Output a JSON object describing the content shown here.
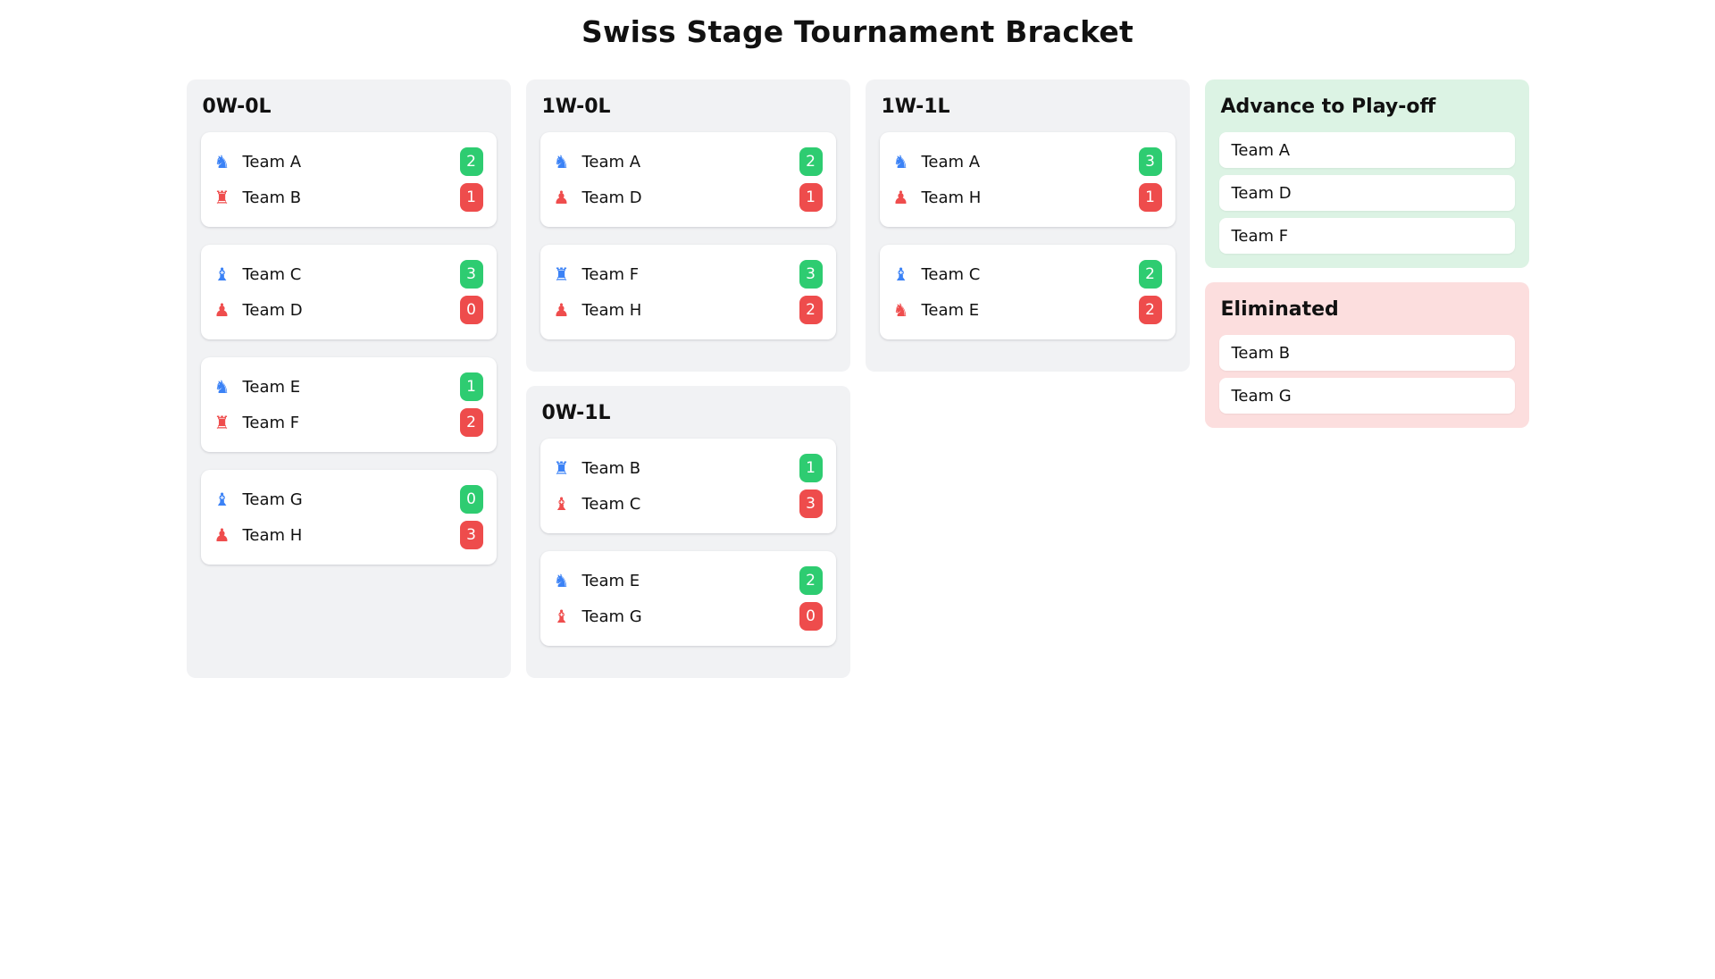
{
  "title": "Swiss Stage Tournament Bracket",
  "colors": {
    "page_bg": "#ffffff",
    "panel_bg": "#f1f2f4",
    "card_bg": "#ffffff",
    "win_green": "#2ecc71",
    "loss_red": "#ee4c4c",
    "piece_blue": "#3b82f6",
    "piece_red": "#ef4d4d",
    "advance_bg": "#dcf3e4",
    "eliminated_bg": "#fcdede",
    "text": "#111111"
  },
  "icons": {
    "knight": "♞",
    "rook": "♜",
    "bishop": "♝",
    "pawn": "♟"
  },
  "sections": [
    {
      "header": "0W-0L",
      "matches": [
        {
          "top": {
            "name": "Team A",
            "piece": "knight",
            "score": "2"
          },
          "bottom": {
            "name": "Team B",
            "piece": "rook",
            "score": "1"
          }
        },
        {
          "top": {
            "name": "Team C",
            "piece": "bishop",
            "score": "3"
          },
          "bottom": {
            "name": "Team D",
            "piece": "pawn",
            "score": "0"
          }
        },
        {
          "top": {
            "name": "Team E",
            "piece": "knight",
            "score": "1"
          },
          "bottom": {
            "name": "Team F",
            "piece": "rook",
            "score": "2"
          }
        },
        {
          "top": {
            "name": "Team G",
            "piece": "bishop",
            "score": "0"
          },
          "bottom": {
            "name": "Team H",
            "piece": "pawn",
            "score": "3"
          }
        }
      ]
    },
    {
      "header": "1W-0L",
      "matches": [
        {
          "top": {
            "name": "Team A",
            "piece": "knight",
            "score": "2"
          },
          "bottom": {
            "name": "Team D",
            "piece": "pawn",
            "score": "1"
          }
        },
        {
          "top": {
            "name": "Team F",
            "piece": "rook",
            "score": "3"
          },
          "bottom": {
            "name": "Team H",
            "piece": "pawn",
            "score": "2"
          }
        }
      ]
    },
    {
      "header": "0W-1L",
      "matches": [
        {
          "top": {
            "name": "Team B",
            "piece": "rook",
            "score": "1"
          },
          "bottom": {
            "name": "Team C",
            "piece": "bishop",
            "score": "3"
          }
        },
        {
          "top": {
            "name": "Team E",
            "piece": "knight",
            "score": "2"
          },
          "bottom": {
            "name": "Team G",
            "piece": "bishop",
            "score": "0"
          }
        }
      ]
    },
    {
      "header": "1W-1L",
      "matches": [
        {
          "top": {
            "name": "Team A",
            "piece": "knight",
            "score": "3"
          },
          "bottom": {
            "name": "Team H",
            "piece": "pawn",
            "score": "1"
          }
        },
        {
          "top": {
            "name": "Team C",
            "piece": "bishop",
            "score": "2"
          },
          "bottom": {
            "name": "Team E",
            "piece": "knight",
            "score": "2"
          }
        }
      ]
    }
  ],
  "advance": {
    "header": "Advance to Play-off",
    "teams": [
      "Team A",
      "Team D",
      "Team F"
    ]
  },
  "eliminated": {
    "header": "Eliminated",
    "teams": [
      "Team B",
      "Team G"
    ]
  }
}
